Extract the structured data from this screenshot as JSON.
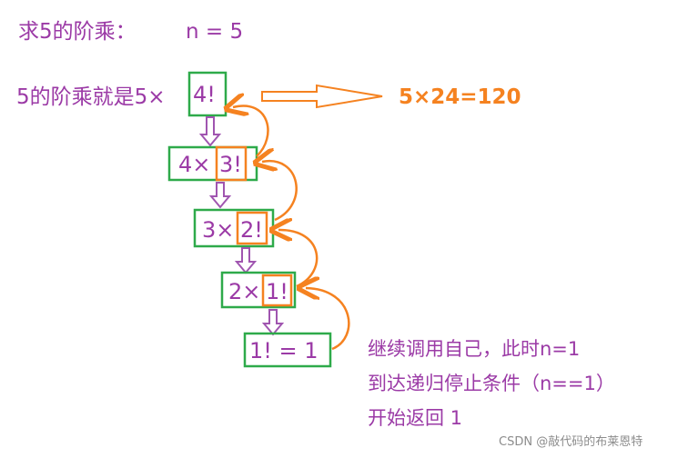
{
  "header": {
    "title": "求5的阶乘：",
    "param": "n = 5"
  },
  "intro_text": "5的阶乘就是5×",
  "result_text": "5×24=120",
  "nodes": [
    {
      "prefix": "",
      "inner": "4!"
    },
    {
      "prefix": "4×",
      "inner": "3!"
    },
    {
      "prefix": "3×",
      "inner": "2!"
    },
    {
      "prefix": "2×",
      "inner": "1!"
    },
    {
      "base": "1! = 1"
    }
  ],
  "notes": [
    "继续调用自己，此时n=1",
    "到达递归停止条件（n==1）",
    "开始返回 1"
  ],
  "watermark": "CSDN @敲代码的布莱恩特",
  "colors": {
    "purple": "#9b3aa6",
    "orange": "#f58220",
    "green": "#2eaa4a",
    "arrow_purple": "#a055b0"
  }
}
